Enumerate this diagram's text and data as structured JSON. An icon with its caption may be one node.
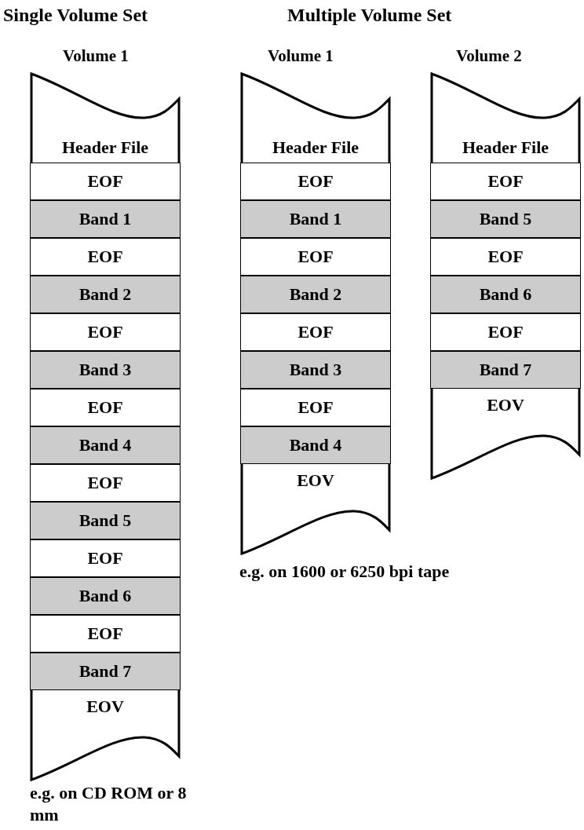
{
  "diagram": {
    "nodes": [
      {
        "text": [
          "Header File"
        ]
      },
      {
        "text": [
          "EOF"
        ]
      },
      {
        "text": [
          "Band 1"
        ]
      },
      {
        "text": [
          "EOF"
        ]
      },
      {
        "text": [
          "Band 2"
        ]
      },
      {
        "text": [
          "EOF"
        ]
      },
      {
        "text": [
          "Band 3"
        ]
      },
      {
        "text": [
          "EOF"
        ]
      },
      {
        "text": [
          "Band 4"
        ]
      },
      {
        "text": [
          "EOF"
        ]
      },
      {
        "text": [
          "Band 5"
        ]
      },
      {
        "text": [
          "EOF"
        ]
      },
      {
        "text": [
          "Band 6"
        ]
      },
      {
        "text": [
          "EOF"
        ]
      },
      {
        "text": [
          "Band 7"
        ]
      },
      {
        "text": [
          "EOV"
        ]
      },
      {
        "text": [
          "Header File"
        ]
      },
      {
        "text": [
          "EOF"
        ]
      },
      {
        "text": [
          "Band 1"
        ]
      },
      {
        "text": [
          "EOF"
        ]
      },
      {
        "text": [
          "Band 2"
        ]
      },
      {
        "text": [
          "EOF"
        ]
      },
      {
        "text": [
          "Band 3"
        ]
      },
      {
        "text": [
          "EOF"
        ]
      },
      {
        "text": [
          "Band 4"
        ]
      },
      {
        "text": [
          "EOV"
        ]
      },
      {
        "text": [
          "Header File"
        ]
      },
      {
        "text": [
          "EOF"
        ]
      },
      {
        "text": [
          "Band 5"
        ]
      },
      {
        "text": [
          "EOF"
        ]
      },
      {
        "text": [
          "Band 6"
        ]
      },
      {
        "text": [
          "EOF"
        ]
      },
      {
        "text": [
          "Band 7"
        ]
      },
      {
        "text": [
          "EOV"
        ]
      }
    ],
    "labels": [
      "Single Volume Set",
      "Multiple Volume Set",
      "Volume 1",
      "Volume 1",
      "Volume 2",
      "e.g. on 1600 or 6250 bpi tape",
      "e.g. on CD ROM or 8 mm"
    ]
  }
}
